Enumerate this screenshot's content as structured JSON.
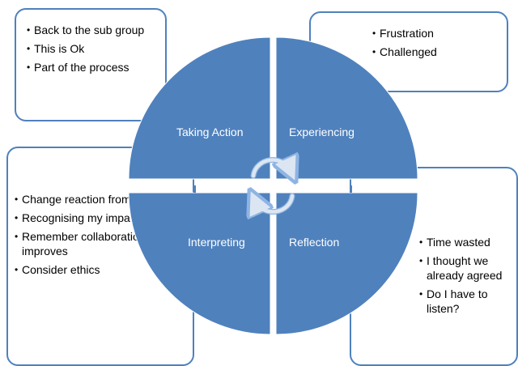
{
  "quadrants": {
    "top_left": "Taking Action",
    "top_right": "Experiencing",
    "bottom_left": "Interpreting",
    "bottom_right": "Reflection"
  },
  "notes": {
    "top_left": [
      "Back to the sub group",
      "This is Ok",
      "Part of the process"
    ],
    "top_right": [
      "Frustration",
      "Challenged"
    ],
    "middle_left": [
      "Change reaction from me",
      "Recognising my impatience",
      "Remember collaboration improves",
      "Consider ethics"
    ],
    "bottom_right": [
      "Time wasted",
      "I thought we already agreed",
      "Do I have to listen?"
    ]
  },
  "colors": {
    "quadrant_fill": "#4f81bd",
    "box_border": "#4f81bd",
    "arrow": "#dce6f2"
  }
}
